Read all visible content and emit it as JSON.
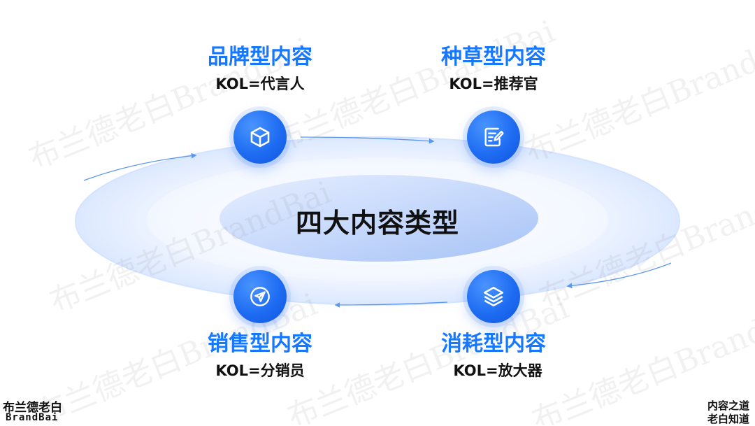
{
  "center": {
    "title": "四大内容类型"
  },
  "quadrants": [
    {
      "title": "品牌型内容",
      "kol": "KOL=代言人",
      "icon": "cube-icon"
    },
    {
      "title": "种草型内容",
      "kol": "KOL=推荐官",
      "icon": "document-edit-icon"
    },
    {
      "title": "销售型内容",
      "kol": "KOL=分销员",
      "icon": "paper-plane-icon"
    },
    {
      "title": "消耗型内容",
      "kol": "KOL=放大器",
      "icon": "layers-icon"
    }
  ],
  "watermark": {
    "text": "布兰德老白BrandBai"
  },
  "logo": {
    "cn": "布兰德老白",
    "en": "BrandBai"
  },
  "corner_text": {
    "line1": "内容之道",
    "line2": "老白知道"
  },
  "colors": {
    "accent": "#1677ff",
    "icon_blue": "#1e6cf2",
    "ring": "#dce9ff"
  }
}
